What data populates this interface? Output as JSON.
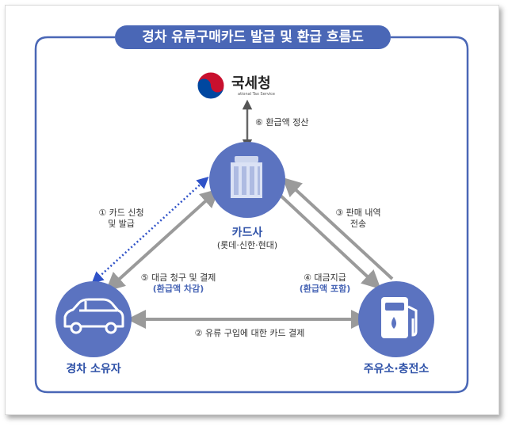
{
  "title": "경차 유류구매카드 발급 및 환급 흐름도",
  "nodes": {
    "nts": {
      "name": "국세청",
      "subtitle": "ational Tax Service"
    },
    "card_company": {
      "name": "카드사",
      "detail": "(롯데·신한·현대)"
    },
    "car_owner": {
      "name": "경차 소유자"
    },
    "gas_station": {
      "name": "주유소·충전소"
    }
  },
  "steps": {
    "s1": {
      "line1": "① 카드 신청",
      "line2": "및 발급"
    },
    "s2": {
      "line1": "② 유류 구입에 대한 카드 결제"
    },
    "s3": {
      "line1": "③ 판매 내역",
      "line2": "전송"
    },
    "s4": {
      "line1": "④ 대금지급",
      "line2": "(환급액 포함)"
    },
    "s5": {
      "line1": "⑤ 대금 청구 및 결제",
      "line2": "(환급액 차감)"
    },
    "s6": {
      "line1": "⑥ 환급액 정산"
    }
  },
  "colors": {
    "primary_blue": "#4a67b6",
    "node_blue": "#5b73c0",
    "arrow_gray": "#999999",
    "dotted_blue": "#2f52c8",
    "frame_border": "#4a67b6",
    "logo_red": "#c8102e",
    "logo_blue": "#0047a0"
  }
}
